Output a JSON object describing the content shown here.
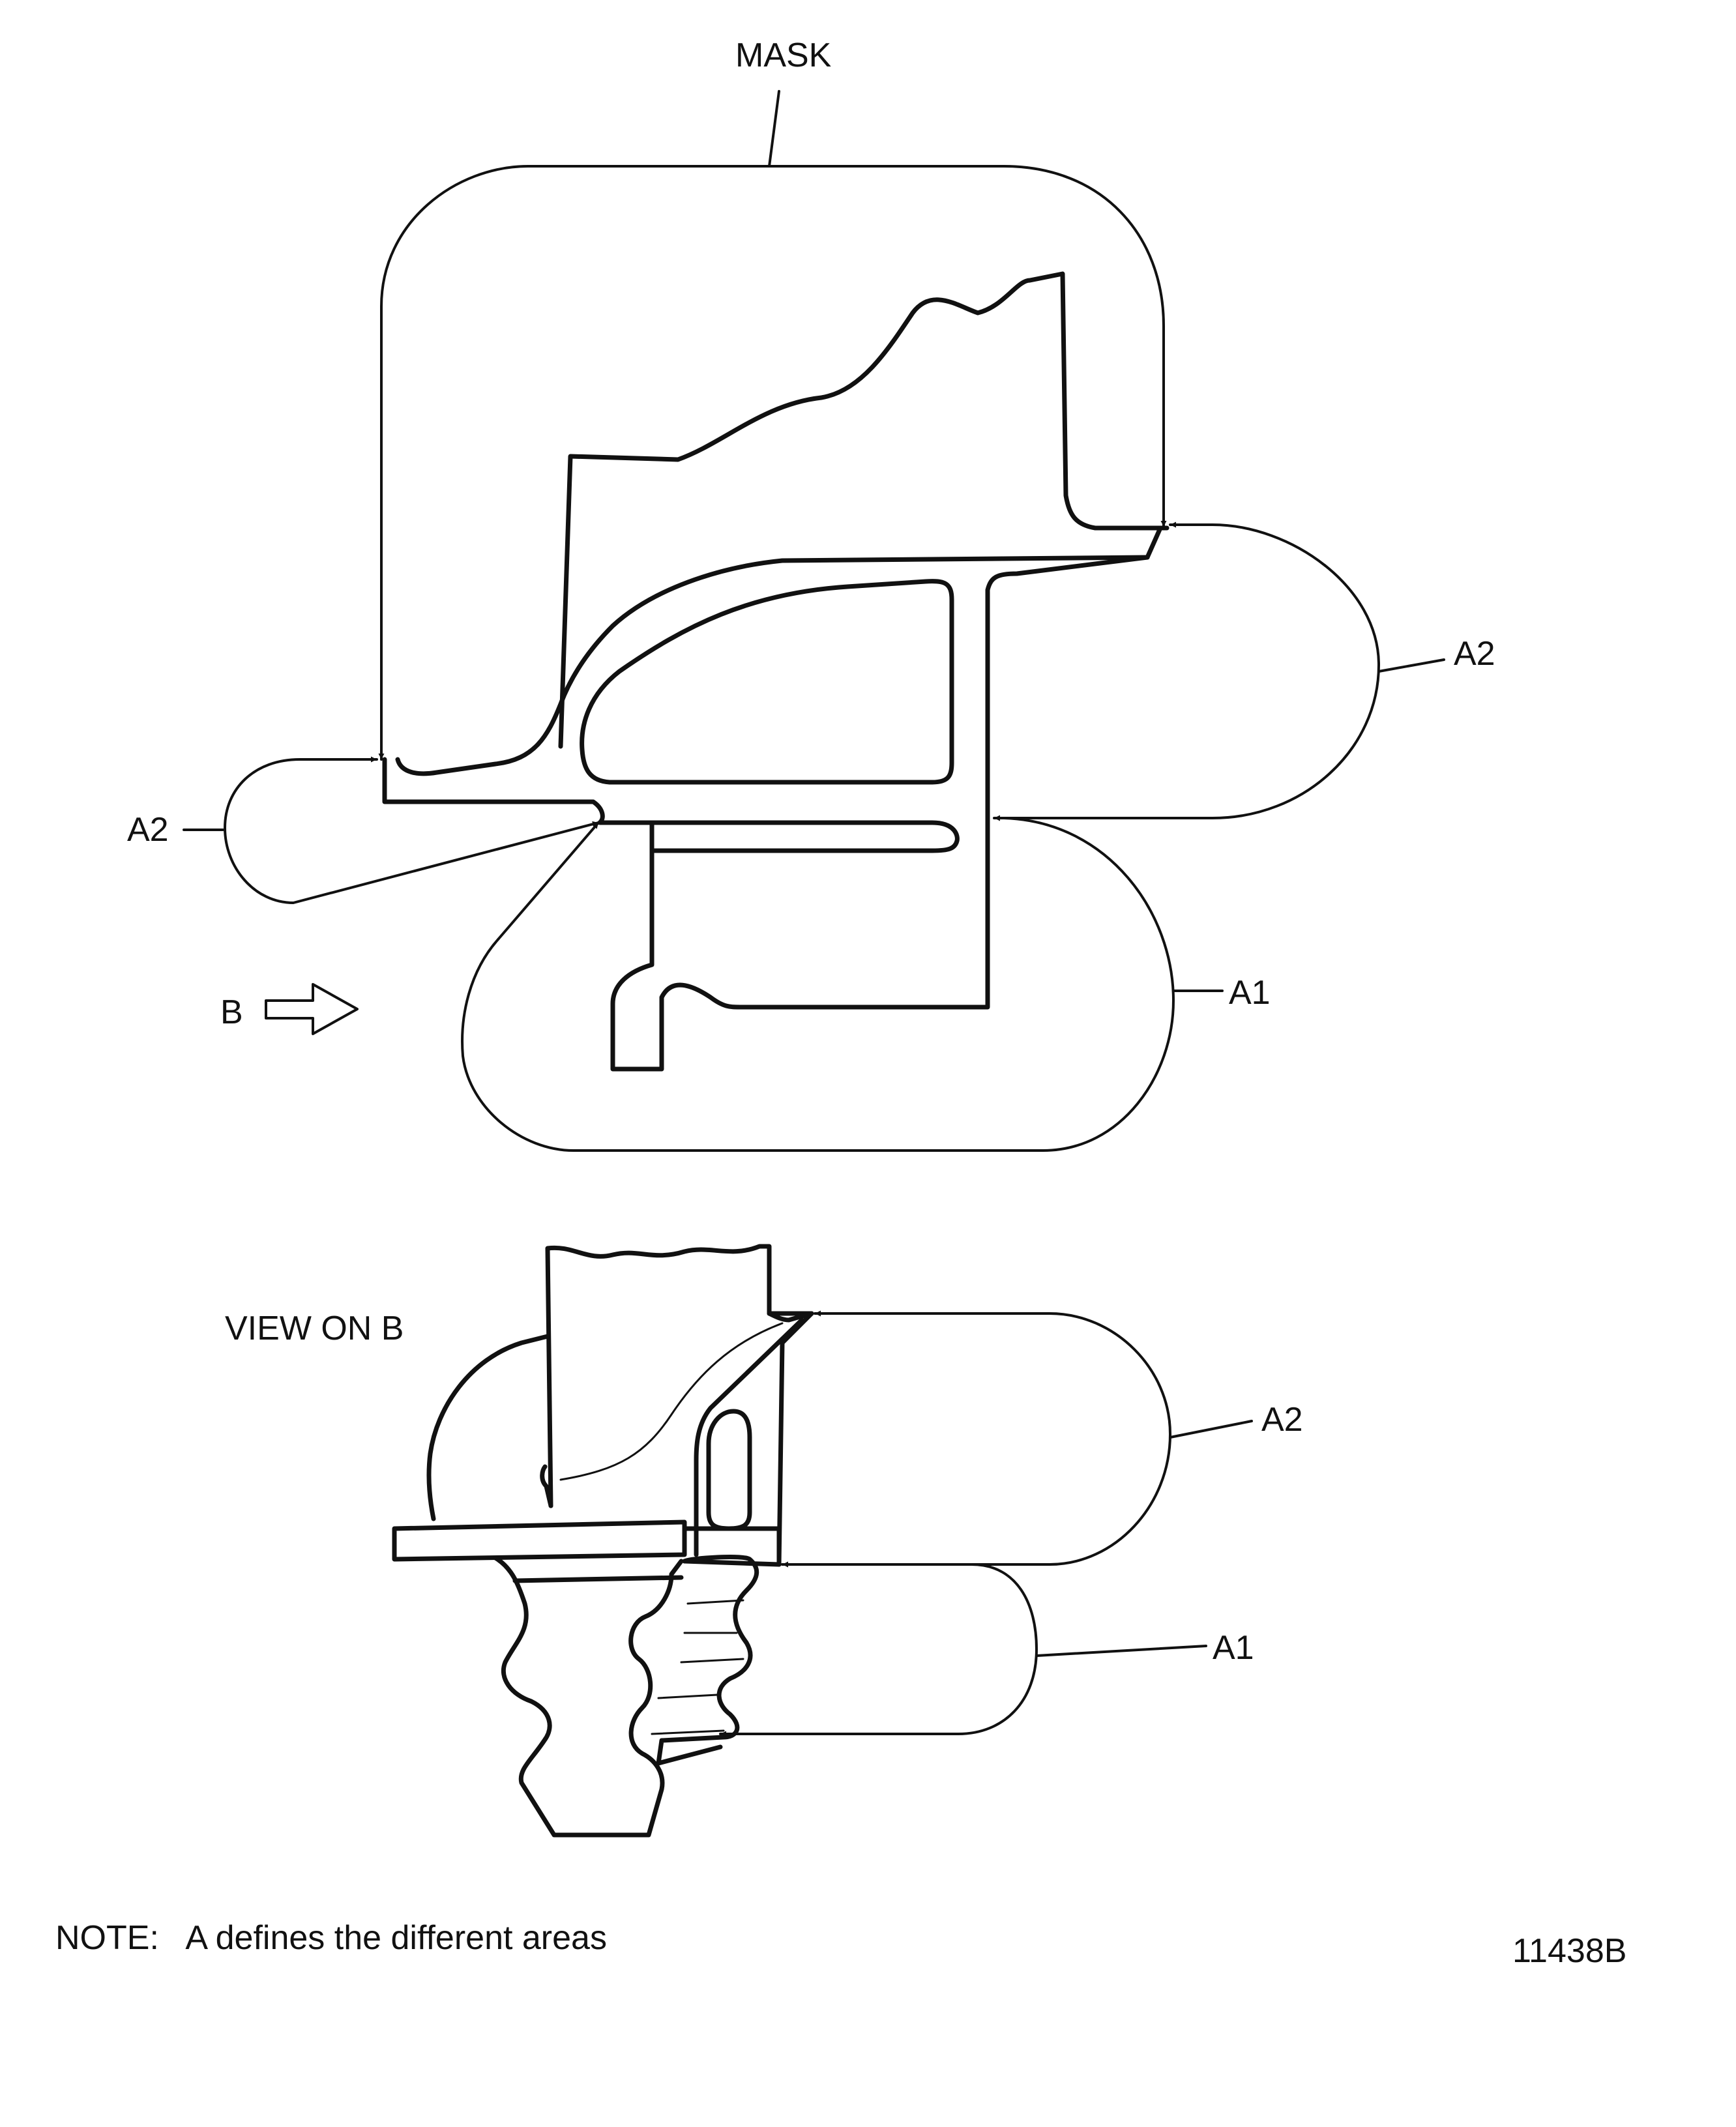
{
  "labels": {
    "mask": "MASK",
    "a2_right": "A2",
    "a2_left": "A2",
    "a1_top": "A1",
    "b_arrow": "B",
    "view_on_b": "VIEW ON B",
    "a2_view": "A2",
    "a1_view": "A1"
  },
  "note": "NOTE:   A defines the different areas",
  "figure_id": "11438B"
}
